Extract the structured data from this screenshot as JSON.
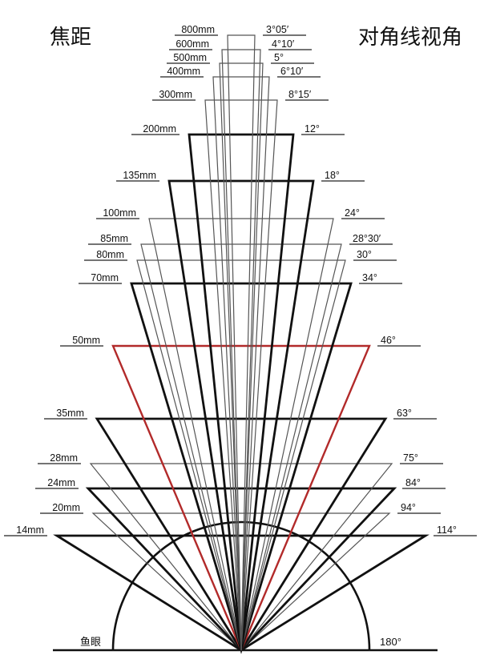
{
  "header": {
    "left_title": "焦距",
    "right_title": "对角线视角"
  },
  "colors": {
    "highlight": "#b22a2a",
    "strong": "#111111",
    "thin": "#555555"
  },
  "rows": [
    {
      "focal": "800mm",
      "angle": "3°05′",
      "weight": "thin"
    },
    {
      "focal": "600mm",
      "angle": "4°10′",
      "weight": "thin"
    },
    {
      "focal": "500mm",
      "angle": "5°",
      "weight": "thin"
    },
    {
      "focal": "400mm",
      "angle": "6°10′",
      "weight": "thin"
    },
    {
      "focal": "300mm",
      "angle": "8°15′",
      "weight": "thin"
    },
    {
      "focal": "200mm",
      "angle": "12°",
      "weight": "strong"
    },
    {
      "focal": "135mm",
      "angle": "18°",
      "weight": "strong"
    },
    {
      "focal": "100mm",
      "angle": "24°",
      "weight": "thin"
    },
    {
      "focal": "85mm",
      "angle": "28°30′",
      "weight": "thin"
    },
    {
      "focal": "80mm",
      "angle": "30°",
      "weight": "thin"
    },
    {
      "focal": "70mm",
      "angle": "34°",
      "weight": "strong"
    },
    {
      "focal": "50mm",
      "angle": "46°",
      "weight": "highlight"
    },
    {
      "focal": "35mm",
      "angle": "63°",
      "weight": "strong"
    },
    {
      "focal": "28mm",
      "angle": "75°",
      "weight": "thin"
    },
    {
      "focal": "24mm",
      "angle": "84°",
      "weight": "strong"
    },
    {
      "focal": "20mm",
      "angle": "94°",
      "weight": "thin"
    },
    {
      "focal": "14mm",
      "angle": "114°",
      "weight": "strong"
    }
  ],
  "fisheye": {
    "focal": "鱼眼",
    "angle": "180°"
  }
}
